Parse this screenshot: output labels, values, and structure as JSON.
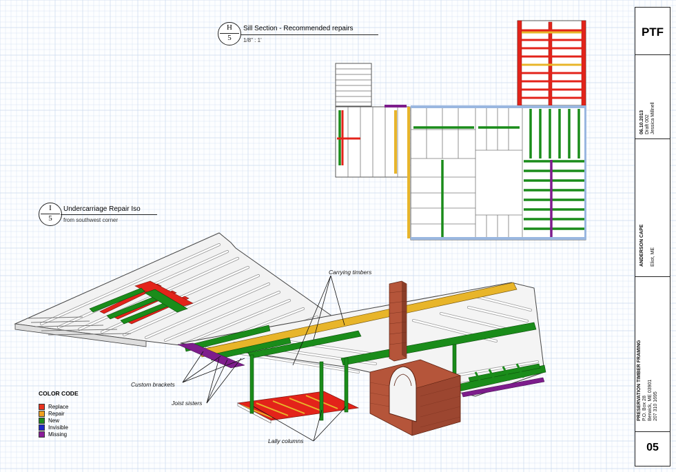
{
  "sheet": {
    "views": [
      {
        "bubble_top": "H",
        "bubble_bottom": "5",
        "title": "Sill Section - Recommended repairs",
        "subtitle": "1/8\" : 1'"
      },
      {
        "bubble_top": "I",
        "bubble_bottom": "5",
        "title": "Undercarriage Repair Iso",
        "subtitle": "from southwest corner"
      }
    ],
    "callouts": {
      "carrying_timbers": "Carrying timbers",
      "custom_brackets": "Custom brackets",
      "joist_sisters": "Joist sisters",
      "lally_columns": "Lally columns"
    },
    "legend": {
      "title": "COLOR CODE",
      "items": [
        {
          "label": "Replace",
          "color": "#e8331f"
        },
        {
          "label": "Repair",
          "color": "#f0a020"
        },
        {
          "label": "New",
          "color": "#1e8a1e"
        },
        {
          "label": "Invisible",
          "color": "#1f28c8"
        },
        {
          "label": "Missing",
          "color": "#8a1d9a"
        }
      ]
    },
    "colors": {
      "replace": "#e3231a",
      "repair": "#e8b52a",
      "new": "#1a8c1a",
      "missing": "#7d1c8c",
      "brick": "#b5553a",
      "grid": "#c9d9ee"
    },
    "title_block": {
      "logo": "PTF",
      "date": "06.10.2013",
      "draft": "Draft 002",
      "author": "Jessica Millnell",
      "project": "ANDERSON CAPE",
      "project_line2": "Eliot, ME",
      "company": "PRESERVATION TIMBER FRAMING",
      "address1": "P.O. Box 28",
      "address2": "Berwick, ME 03901",
      "phone": "207 310 1695",
      "sheet_number": "05"
    }
  }
}
